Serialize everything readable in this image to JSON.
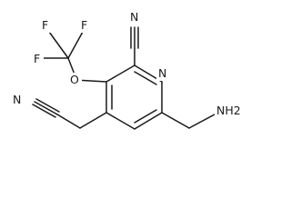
{
  "molecule": {
    "atoms": {
      "F_top_left": "F",
      "F_top_right": "F",
      "F_left": "F",
      "O": "O",
      "N_nitrile_top": "N",
      "N_ring": "N",
      "N_nitrile_left": "N",
      "NH2": "NH2"
    }
  }
}
